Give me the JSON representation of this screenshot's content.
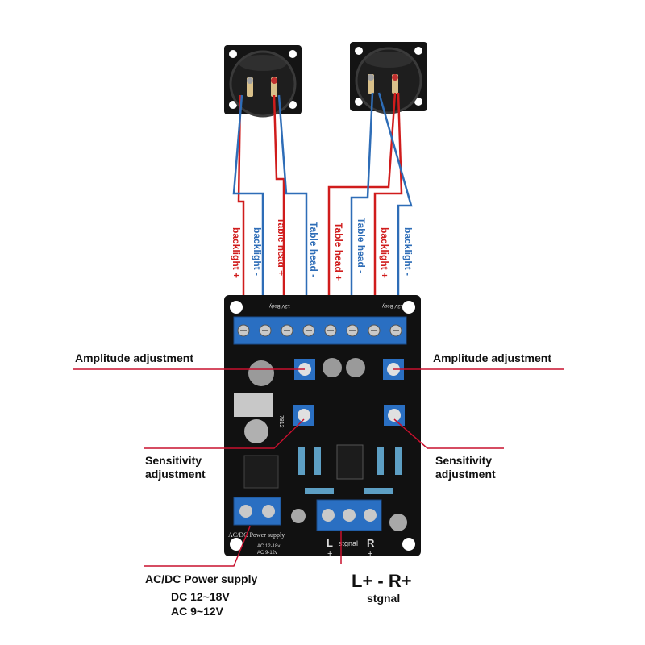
{
  "wire_labels": [
    {
      "text": "backlight +",
      "color": "#d01c1c"
    },
    {
      "text": "backlight -",
      "color": "#2e6db7"
    },
    {
      "text": "Table head +",
      "color": "#d01c1c"
    },
    {
      "text": "Table head -",
      "color": "#2e6db7"
    },
    {
      "text": "Table head +",
      "color": "#d01c1c"
    },
    {
      "text": "Table head -",
      "color": "#2e6db7"
    },
    {
      "text": "backlight +",
      "color": "#d01c1c"
    },
    {
      "text": "backlight -",
      "color": "#2e6db7"
    }
  ],
  "callouts": {
    "amplitude_left": "Amplitude adjustment",
    "amplitude_right": "Amplitude adjustment",
    "sensitivity_left_1": "Sensitivity",
    "sensitivity_left_2": "adjustment",
    "sensitivity_right_1": "Sensitivity",
    "sensitivity_right_2": "adjustment",
    "power_title": "AC/DC Power supply",
    "power_dc": "DC 12~18V",
    "power_ac": "AC 9~12V",
    "signal_title": "L+ - R+",
    "signal_sub": "stgnal"
  },
  "board": {
    "power_label": "AC/DC Power supply",
    "power_spec_1": "AC 12-18v",
    "power_spec_2": "AC 9-12v",
    "signal_label": "stgnal",
    "signal_l": "L",
    "signal_r": "R",
    "plus_left": "+",
    "plus_right": "+",
    "ic_7812": "7812",
    "header_left": "12V Body",
    "header_right": "12V Body"
  },
  "colors": {
    "red_wire": "#d01c1c",
    "blue_wire": "#2e6db7",
    "board": "#111111",
    "terminal": "#2a6fc2",
    "callout_line": "#c8102e"
  }
}
